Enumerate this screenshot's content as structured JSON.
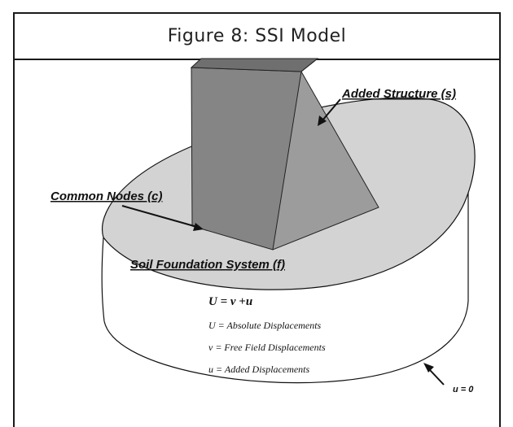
{
  "figure": {
    "title": "Figure 8: SSI Model"
  },
  "labels": {
    "added_structure": "Added  Structure (s)",
    "common_nodes": "Common Nodes (c)",
    "soil_foundation": "Soil Foundation System (f)",
    "u_zero": "u = 0"
  },
  "equations": {
    "main": "U = v +u",
    "line1": "U = Absolute Displacements",
    "line2": "v = Free Field Displacements",
    "line3": "u = Added Displacements"
  },
  "colors": {
    "soil_top": "#d3d3d3",
    "structure_front": "#858585",
    "structure_top": "#6f6f6f",
    "structure_side": "#9c9c9c",
    "outline": "#111111"
  }
}
